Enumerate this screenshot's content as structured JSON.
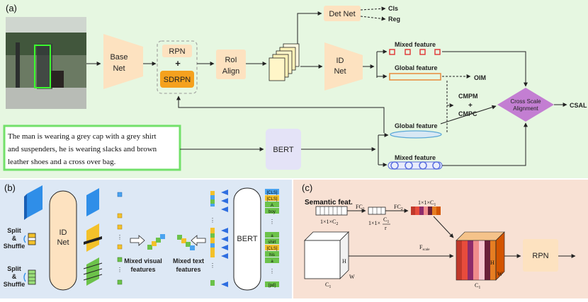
{
  "panel_a": {
    "label": "(a)",
    "base_net": [
      "Base",
      "Net"
    ],
    "rpn": "RPN",
    "plus": "+",
    "sdrpn": "SDRPN",
    "roi_align": [
      "RoI",
      "Align"
    ],
    "det_net": "Det Net",
    "cls": "Cls",
    "reg": "Reg",
    "id_net": [
      "ID",
      "Net"
    ],
    "mixed_feature_top": "Mixed feature",
    "global_feature_top": "Global feature",
    "oim": "OIM",
    "cmpm": "CMPM",
    "cmpm_plus": "+",
    "cmpc": "CMPC",
    "cross_scale_alignment": [
      "Cross Scale",
      "Alignment"
    ],
    "csal": "CSAL",
    "text_desc": [
      "The man is wearing a grey cap with a grey shirt",
      "and suspenders, he is wearing slacks and brown",
      "leather shoes and a cross over bag."
    ],
    "bert": "BERT",
    "global_feature_bottom": "Global feature",
    "mixed_feature_bottom": "Mixed feature"
  },
  "panel_b": {
    "label": "(b)",
    "split_shuffle_1": [
      "Split",
      "&",
      "Shuffle"
    ],
    "split_shuffle_2": [
      "Split",
      "&",
      "Shuffle"
    ],
    "id_net": [
      "ID",
      "Net"
    ],
    "mixed_visual": [
      "Mixed visual",
      "features"
    ],
    "mixed_text": [
      "Mixed text",
      "features"
    ],
    "bert": "BERT",
    "tokens_top": [
      "[CLS]",
      "[CLS]",
      "A",
      "boy"
    ],
    "tokens_mid": [
      "a",
      "shirt",
      "[CLS]",
      "his",
      "a"
    ],
    "tokens_bottom": [
      "[pd]"
    ]
  },
  "panel_c": {
    "label": "(c)",
    "semantic_feat": "Semantic  feat.",
    "dim1": "1×1×C",
    "dim1_sub": "2",
    "fc1": "FC",
    "fc1_sub": "1",
    "dim2": "1×1×",
    "dim2_num": "C",
    "dim2_num_sub": "1",
    "dim2_den": "r",
    "fc2": "FC",
    "fc2_sub": "2",
    "dim3": "1×1×C",
    "dim3_sub": "1",
    "f_scale": "F",
    "f_scale_sub": "scale",
    "h1": "H",
    "w1": "W",
    "c1": "C",
    "c1_sub": "1",
    "h2": "H",
    "w2": "W",
    "c2": "C",
    "c2_sub": "1",
    "rpn": "RPN"
  },
  "colors": {
    "panel_a_bg": "#e6f7e1",
    "panel_b_bg": "#dde8f5",
    "panel_c_bg": "#f8e1d4",
    "module_peach": "#fde2c0",
    "sdrpn_orange": "#f5a11e",
    "cross_scale_purple": "#c37ed2",
    "bert_lavender": "#e4e3f7",
    "text_box_border": "#73e06a",
    "mixed_red": "#e03232",
    "global_orange": "#e88a3a",
    "ellipse_blue": "#5a6ee0"
  }
}
